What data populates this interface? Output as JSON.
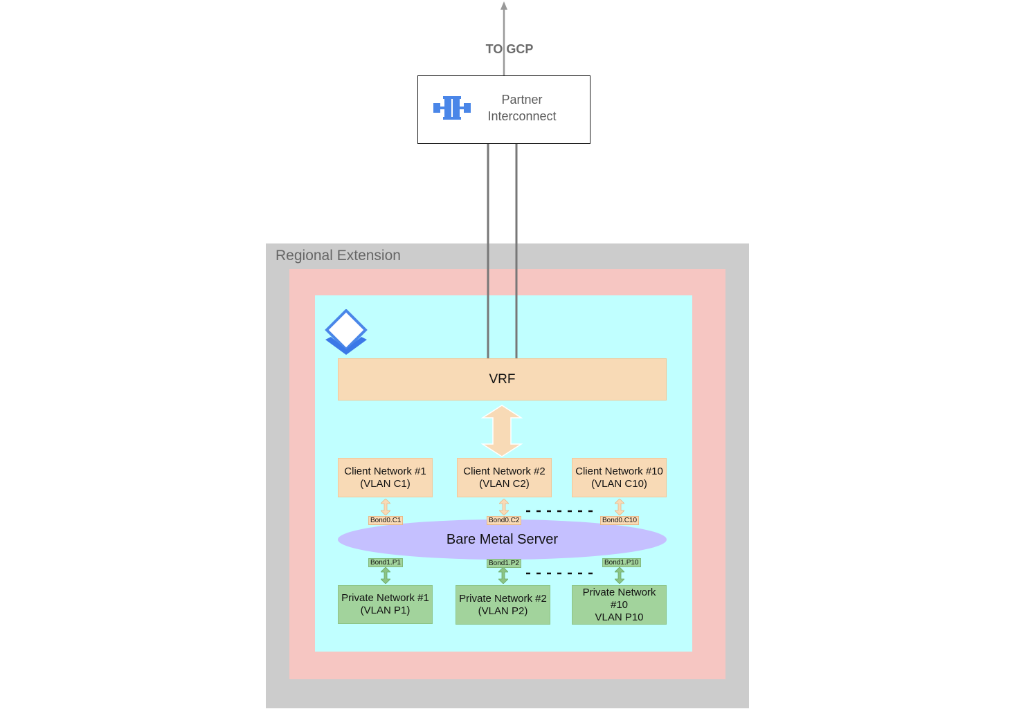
{
  "header": {
    "uplink_label": "TO GCP"
  },
  "partner": {
    "label": "Partner\nInterconnect",
    "icon": "interconnect-icon",
    "icon_color": "#4a86e8"
  },
  "region": {
    "label": "Regional Extension",
    "color": "#cccccc"
  },
  "zone": {
    "color": "#f6c6c2"
  },
  "vpc": {
    "color": "#c0ffff",
    "icon": "layers-icon"
  },
  "vrf": {
    "label": "VRF",
    "color": "#f8dab6"
  },
  "client_networks": [
    {
      "label": "Client Network #1\n(VLAN C1)",
      "bond": "Bond0.C1"
    },
    {
      "label": "Client Network #2\n(VLAN C2)",
      "bond": "Bond0.C2"
    },
    {
      "label": "Client Network #10\n(VLAN C10)",
      "bond": "Bond0.C10"
    }
  ],
  "server": {
    "label": "Bare Metal Server",
    "color": "#c5c0ff"
  },
  "private_networks": [
    {
      "label": "Private Network #1\n(VLAN P1)",
      "bond": "Bond1.P1"
    },
    {
      "label": "Private Network #2\n(VLAN P2)",
      "bond": "Bond1.P2"
    },
    {
      "label": "Private Network\n#10\nVLAN P10",
      "bond": "Bond1.P10"
    }
  ]
}
